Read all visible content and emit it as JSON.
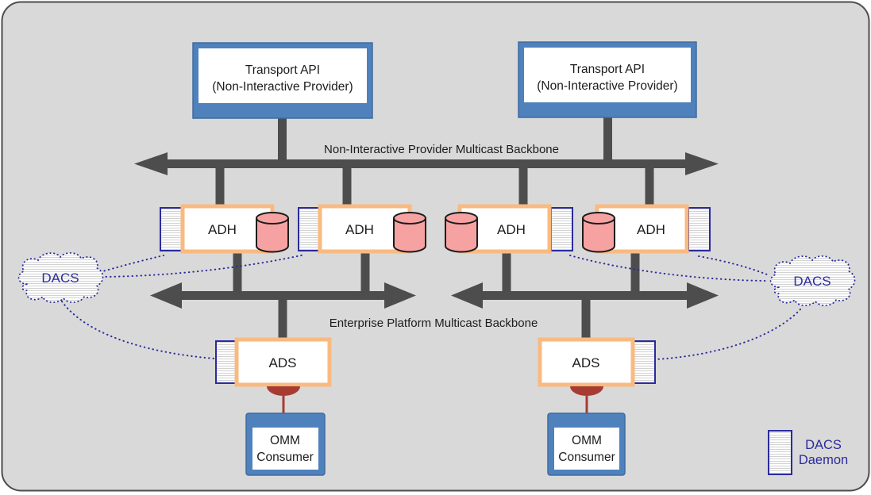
{
  "diagram": {
    "transport_boxes": [
      {
        "line1": "Transport API",
        "line2": "(Non-Interactive Provider)"
      },
      {
        "line1": "Transport API",
        "line2": "(Non-Interactive Provider)"
      }
    ],
    "backbones": {
      "top_label": "Non-Interactive Provider Multicast Backbone",
      "bottom_label": "Enterprise Platform Multicast Backbone"
    },
    "adh_nodes": [
      {
        "label": "ADH"
      },
      {
        "label": "ADH"
      },
      {
        "label": "ADH"
      },
      {
        "label": "ADH"
      }
    ],
    "ads_nodes": [
      {
        "label": "ADS"
      },
      {
        "label": "ADS"
      }
    ],
    "omm_nodes": [
      {
        "line1": "OMM",
        "line2": "Consumer"
      },
      {
        "line1": "OMM",
        "line2": "Consumer"
      }
    ],
    "clouds": [
      {
        "label": "DACS"
      },
      {
        "label": "DACS"
      }
    ],
    "legend": {
      "line1": "DACS",
      "line2": "Daemon"
    },
    "colors": {
      "canvas_fill": "#d9d9d9",
      "frame_border": "#4d4d4d",
      "backbone_gray": "#4d4d4d",
      "box_blue": "#4f81bd",
      "box_orange_border": "#f9ba80",
      "cylinder_pink": "#f7a2a2",
      "dacs_navy": "#2b2b9e",
      "consumer_brick_red": "#a63c32",
      "text_black": "#1c1c1c"
    }
  }
}
